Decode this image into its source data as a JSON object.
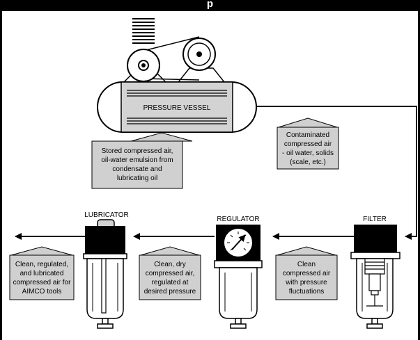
{
  "header": {
    "title": "p"
  },
  "compressor": {
    "vessel_label": "PRESSURE VESSEL"
  },
  "notes": {
    "stored_air": [
      "Stored compressed air,",
      "oil-water emulsion from",
      "condensate and",
      "lubricating oil"
    ],
    "contaminated": [
      "Contaminated",
      "compressed air",
      "- oil water, solids",
      "(scale, etc.)"
    ],
    "clean_fluctuating": [
      "Clean",
      "compressed air",
      "with pressure",
      "fluctuations"
    ],
    "clean_dry_regulated": [
      "Clean, dry",
      "compressed air,",
      "regulated at",
      "desired pressure"
    ],
    "clean_lubricated": [
      "Clean, regulated,",
      "and lubricated",
      "compressed air for",
      "AIMCO tools"
    ]
  },
  "units": {
    "lubricator_label": "LUBRICATOR",
    "regulator_label": "REGULATOR",
    "filter_label": "FILTER"
  },
  "colors": {
    "note_fill": "#d0d0d0",
    "vessel_fill": "#d3d3d3",
    "ink": "#000000"
  }
}
